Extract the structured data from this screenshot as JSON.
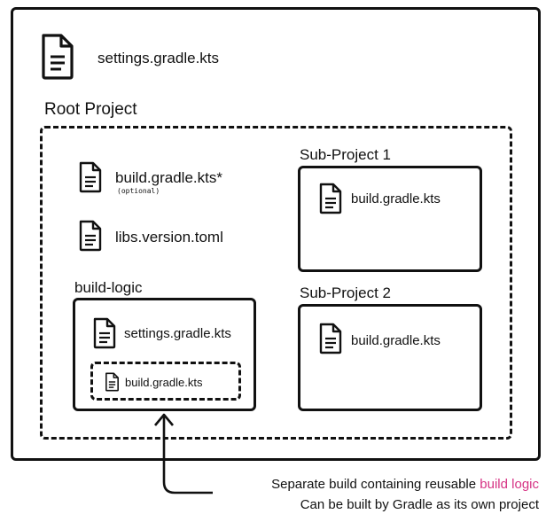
{
  "outer": {
    "settings_file": "settings.gradle.kts"
  },
  "root": {
    "title": "Root Project",
    "build_file": "build.gradle.kts*",
    "build_file_note": "(optional)",
    "libs_file": "libs.version.toml"
  },
  "build_logic": {
    "title": "build-logic",
    "settings_file": "settings.gradle.kts",
    "build_file": "build.gradle.kts"
  },
  "sub1": {
    "title": "Sub-Project 1",
    "build_file": "build.gradle.kts"
  },
  "sub2": {
    "title": "Sub-Project 2",
    "build_file": "build.gradle.kts"
  },
  "annotation": {
    "line1_prefix": "Separate build containing reusable ",
    "line1_accent": "build logic",
    "line2": "Can be built by Gradle as its own project"
  },
  "colors": {
    "ink": "#111111",
    "accent": "#d63384"
  }
}
